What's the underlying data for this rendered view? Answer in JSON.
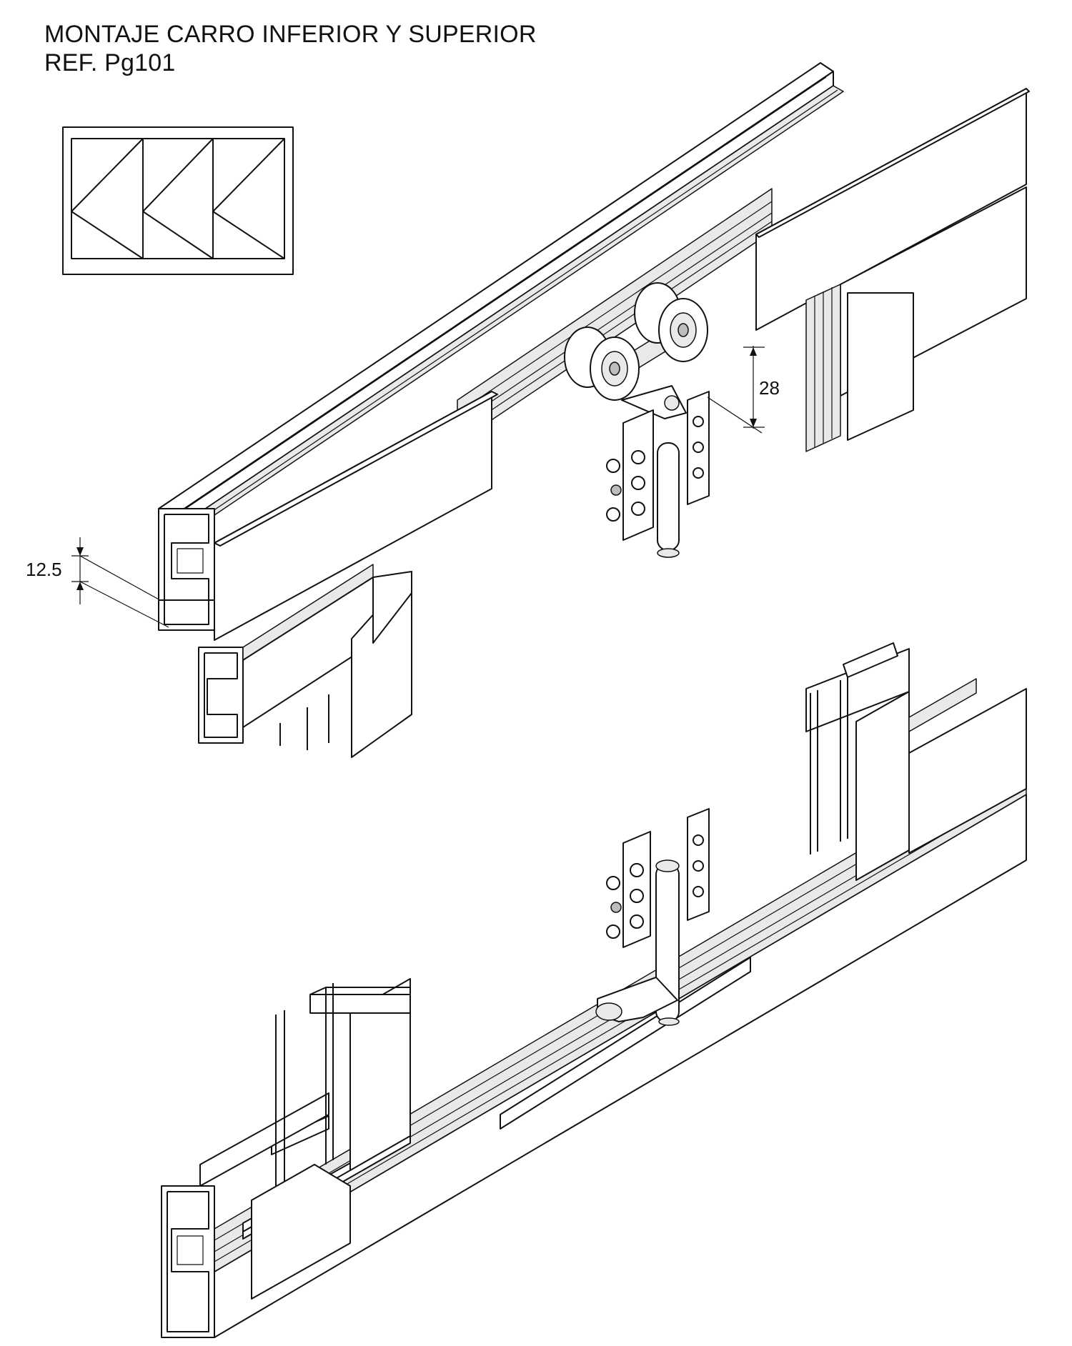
{
  "title": {
    "line1": "MONTAJE CARRO INFERIOR Y SUPERIOR",
    "line2": "REF. Pg101"
  },
  "dimensions": {
    "top_gap": "28",
    "side_gap": "12.5"
  },
  "colors": {
    "line": "#111111",
    "background": "#ffffff",
    "shade": "#e9e9e9",
    "dark": "#bdbdbd"
  }
}
